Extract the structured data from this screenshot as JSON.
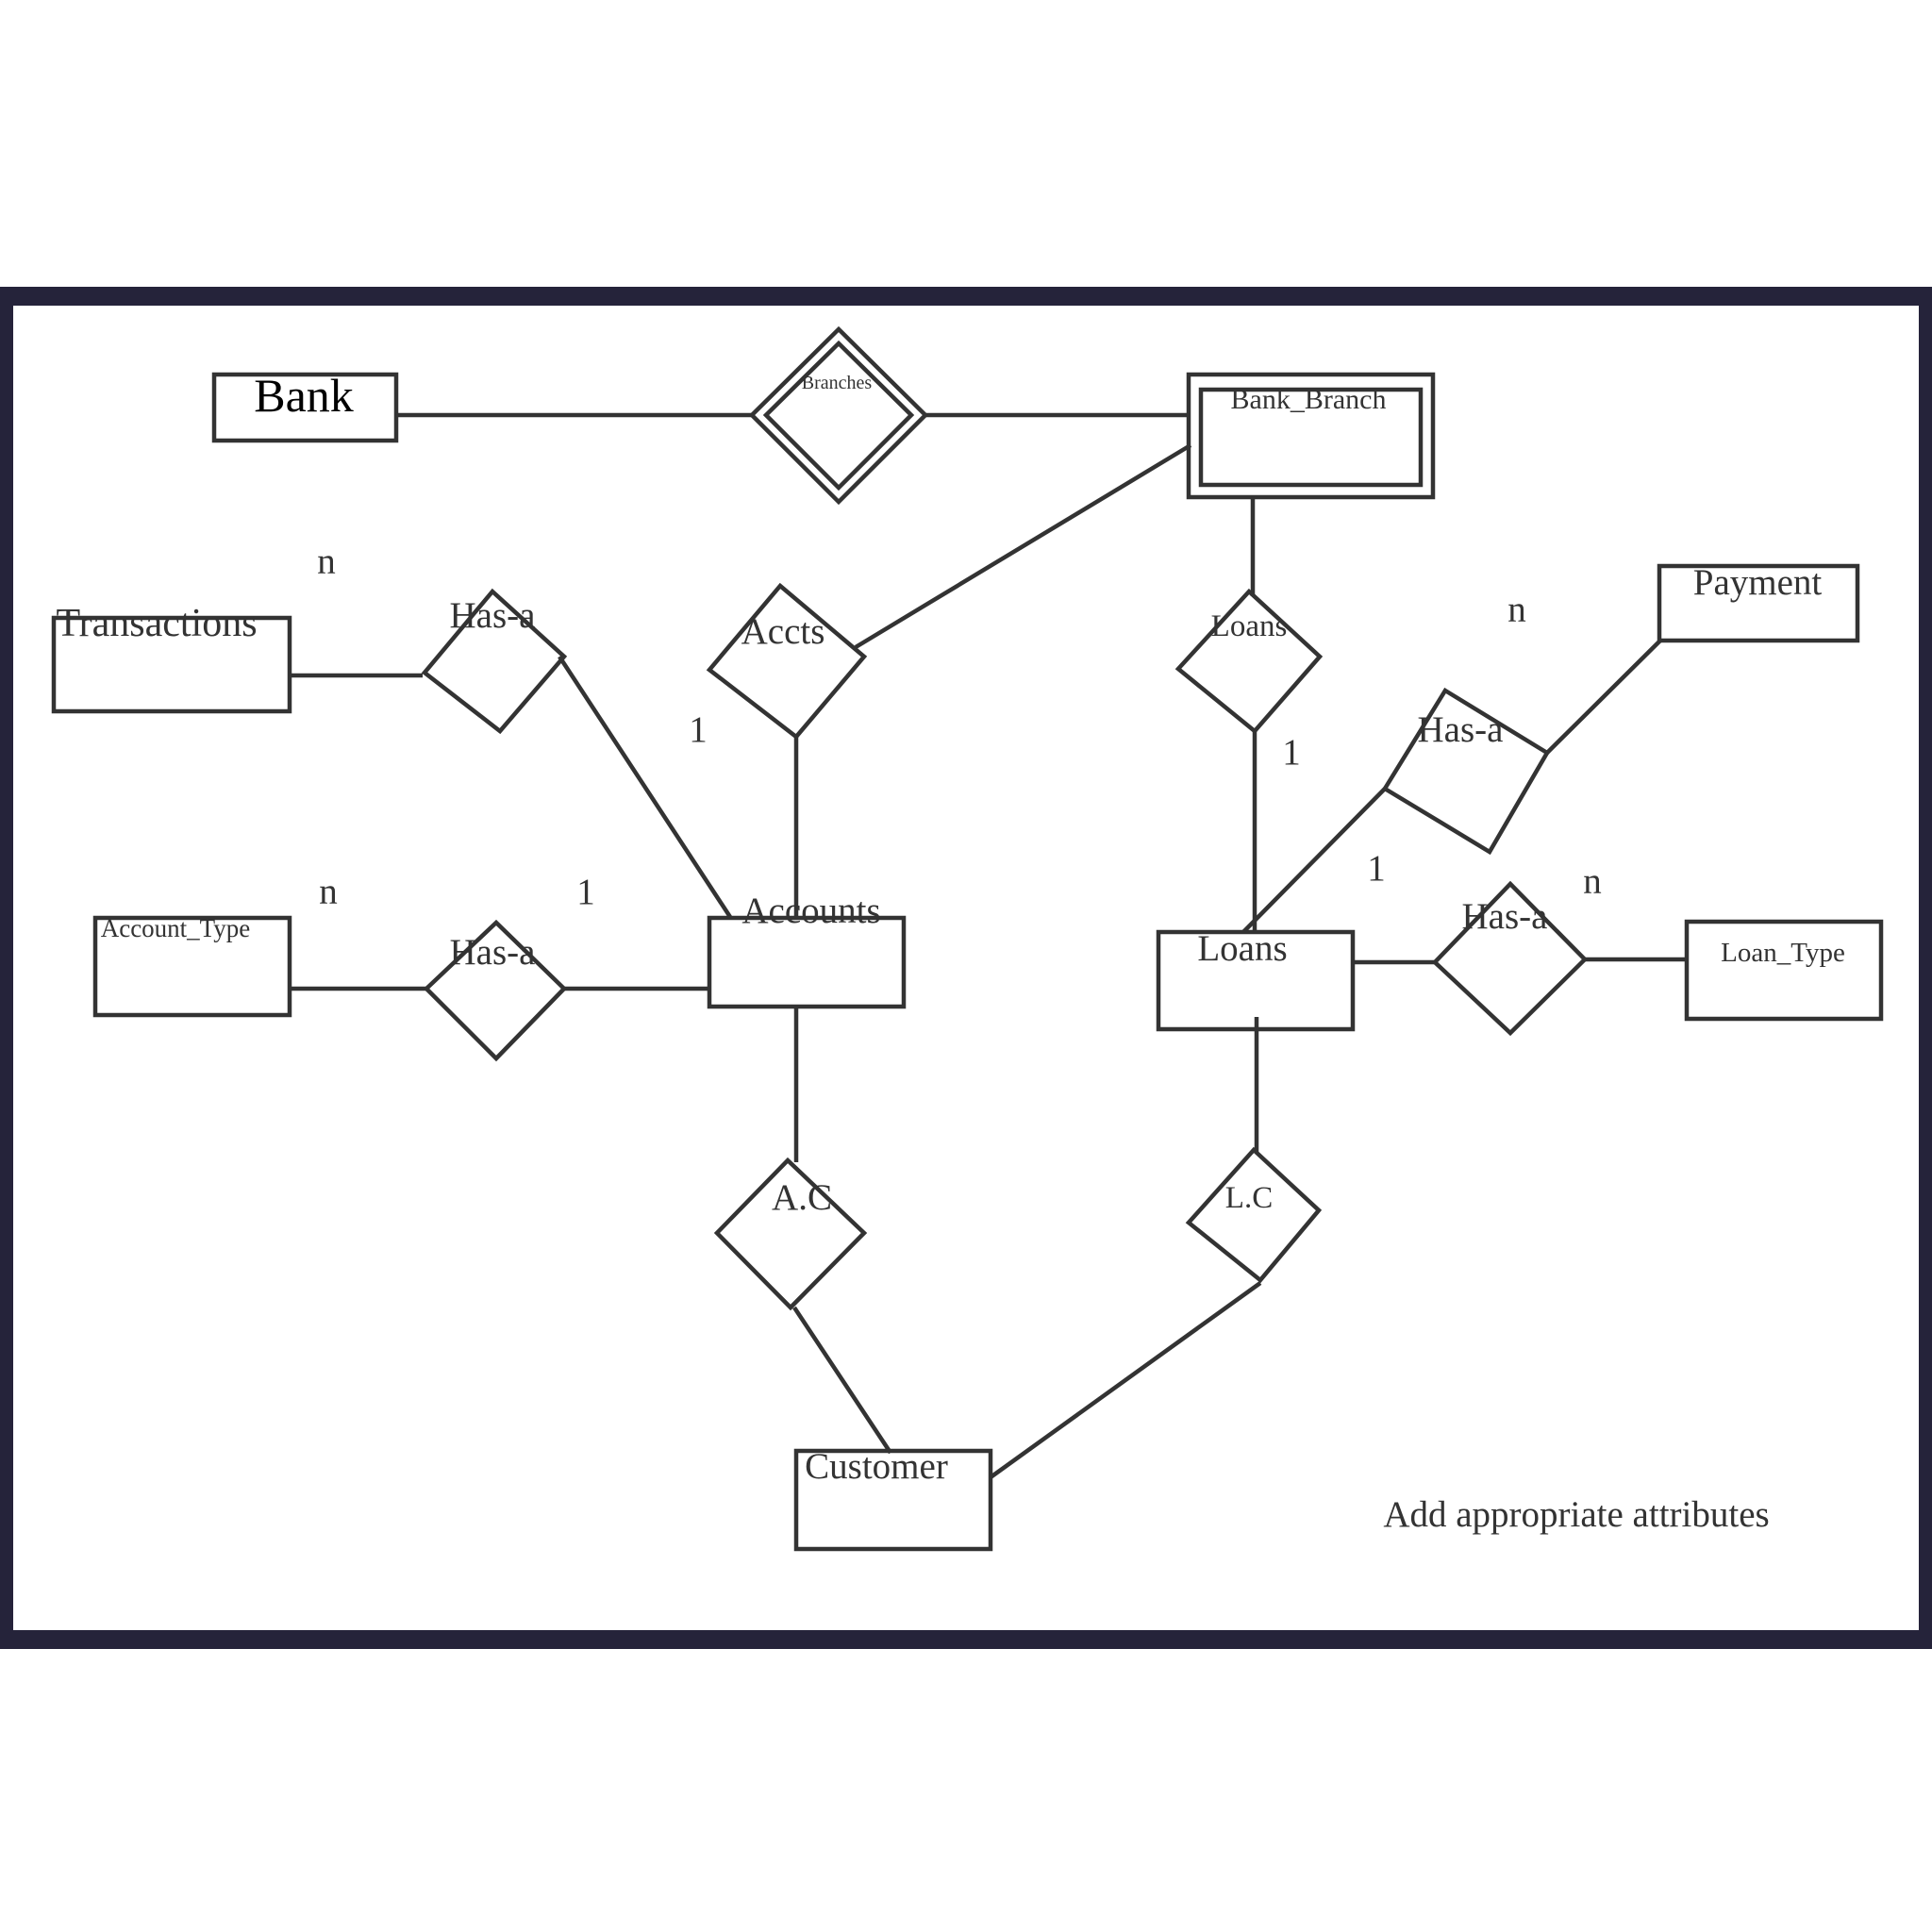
{
  "entities": {
    "bank": "Bank",
    "bank_branch": "Bank_Branch",
    "transactions": "Transactions",
    "payment": "Payment",
    "account_type": "Account_Type",
    "accounts": "Accounts",
    "loans": "Loans",
    "loan_type": "Loan_Type",
    "customer": "Customer"
  },
  "relationships": {
    "branches": "Branches",
    "accts": "Accts",
    "loans": "Loans",
    "has_a_transactions": "Has-a",
    "has_a_account_type": "Has-a",
    "has_a_payment": "Has-a",
    "has_a_loan_type": "Has-a",
    "ac": "A.C",
    "lc": "L.C"
  },
  "cardinalities": {
    "transactions_n": "n",
    "accounts_1_upper": "1",
    "account_type_n": "n",
    "accounts_1_lower": "1",
    "loans_1_upper": "1",
    "payment_n": "n",
    "loans_1_lower": "1",
    "loan_type_n": "n"
  },
  "note": "Add appropriate attributes"
}
